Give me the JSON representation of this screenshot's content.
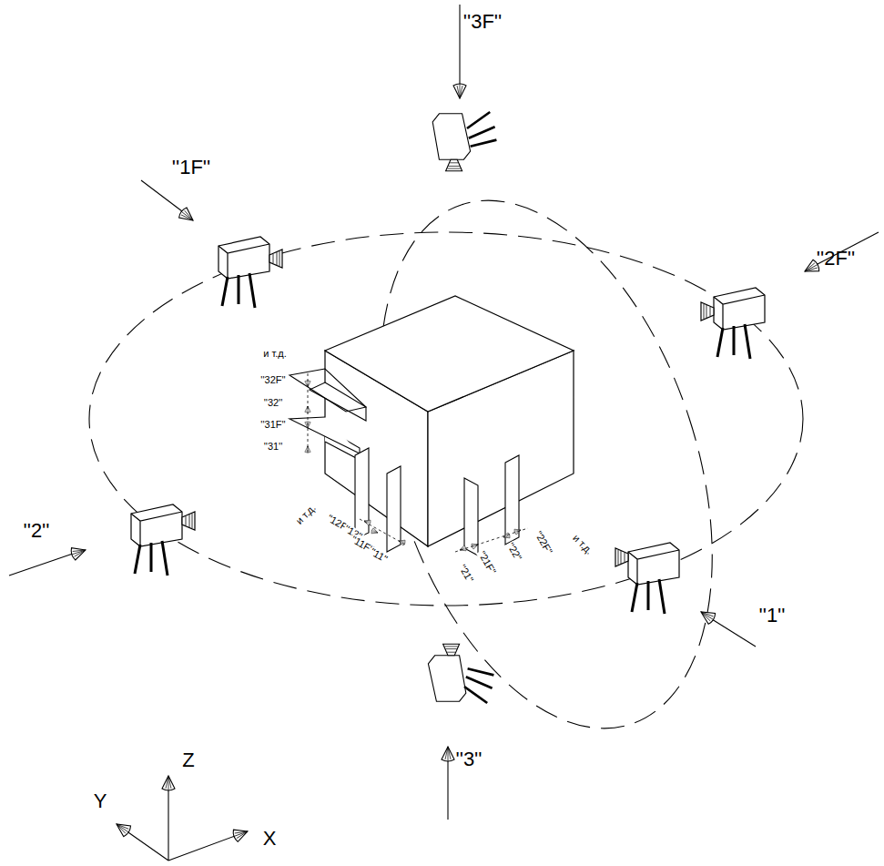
{
  "diagram": {
    "labels": [
      "''3F''",
      "''1F''",
      "''2F''",
      "''2''",
      "''1''",
      "''3''",
      "и т.д.",
      "''32F''",
      "''32''",
      "''31F''",
      "''31''",
      "и т.д.",
      "''12F''",
      "''12''",
      "''11F''",
      "''11''",
      "''21''",
      "''21F''",
      "''22''",
      "''22F''",
      "и т.д.",
      "Z",
      "Y",
      "X"
    ]
  }
}
